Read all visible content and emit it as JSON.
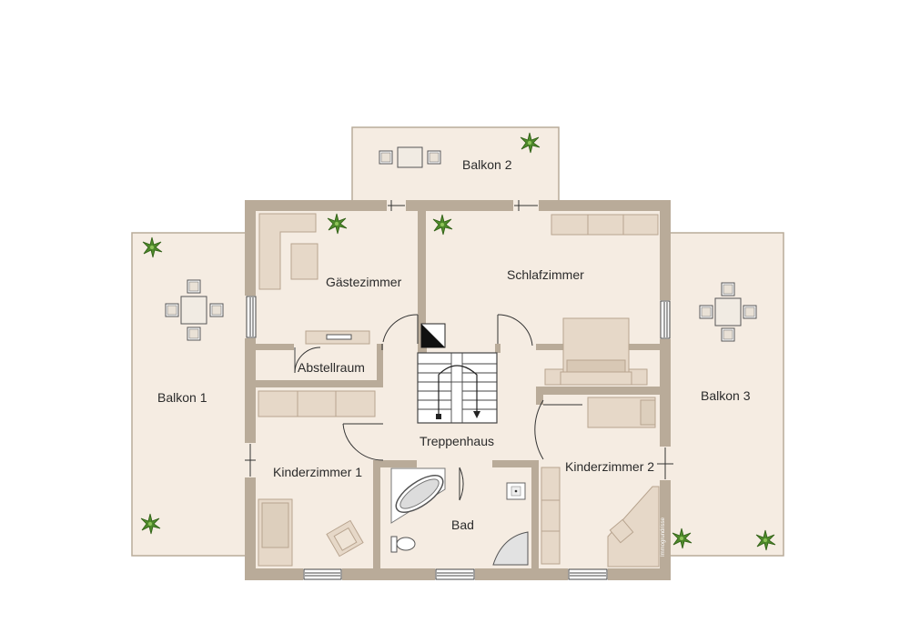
{
  "rooms": {
    "balkon2": "Balkon 2",
    "gaestezimmer": "Gästezimmer",
    "schlafzimmer": "Schlafzimmer",
    "balkon1": "Balkon 1",
    "balkon3": "Balkon 3",
    "abstellraum": "Abstellraum",
    "treppenhaus": "Treppenhaus",
    "kinderzimmer1": "Kinderzimmer 1",
    "kinderzimmer2": "Kinderzimmer 2",
    "bad": "Bad"
  },
  "credit": "Immogrundrisse",
  "colors": {
    "wall": "#b9ab99",
    "floor": "#f5ece2",
    "furniture": "#e6d8c8",
    "furniture_stroke": "#b8a48f",
    "plant": "#4e8a2a"
  }
}
